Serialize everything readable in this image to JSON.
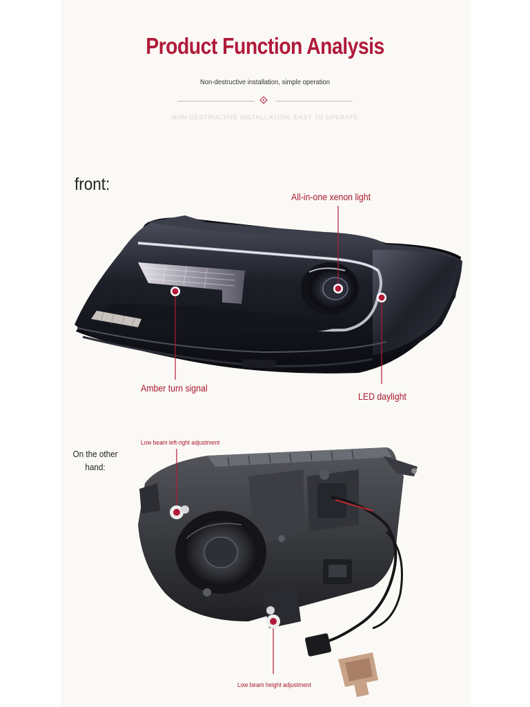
{
  "header": {
    "title": "Product Function Analysis",
    "subtitle": "Non-destructive installation, simple operation",
    "faint_caption": "NON-DESTRUCTIVE INSTALLATION, EASY TO OPERATE"
  },
  "front": {
    "label": "front:",
    "callouts": {
      "xenon": "All-in-one xenon light",
      "amber": "Amber turn signal",
      "led": "LED daylight"
    }
  },
  "back": {
    "label": "On the other hand:",
    "callouts": {
      "left_right": "Low beam left-right adjustment",
      "height": "Low beam height adjustment"
    }
  },
  "colors": {
    "accent": "#b01a3a",
    "panel": "#fbf9f5"
  }
}
